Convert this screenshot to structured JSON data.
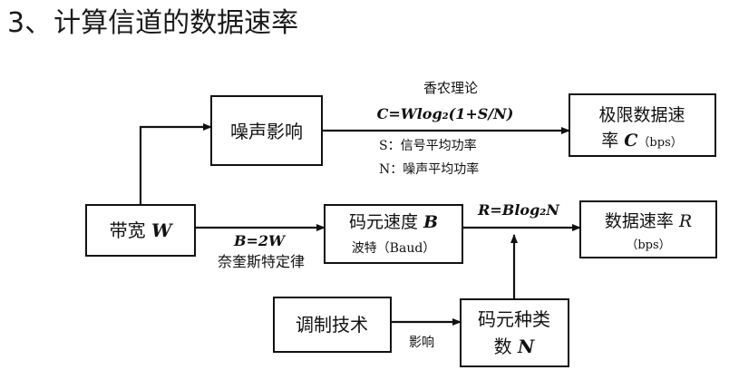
{
  "title": {
    "number": "3、",
    "text": "计算信道的数据速率"
  },
  "boxes": {
    "noise": "噪声影响",
    "limit_line1": "极限数据速",
    "limit_line2_prefix": "率 ",
    "limit_symbol": "C",
    "limit_unit": "（bps）",
    "bandwidth_prefix": "带宽 ",
    "bandwidth_symbol": "W",
    "symbol_rate_prefix": "码元速度 ",
    "symbol_rate_symbol": "B",
    "symbol_rate_unit": "波特（Baud）",
    "data_rate_prefix": "数据速率 ",
    "data_rate_symbol": "R",
    "data_rate_unit": "（bps）",
    "modulation": "调制技术",
    "symbol_types_line1": "码元种类",
    "symbol_types_line2_prefix": "数 ",
    "symbol_types_symbol": "N"
  },
  "labels": {
    "shannon_title": "香农理论",
    "shannon_formula": "C=Wlog₂(1+S/N)",
    "s_def": "S：信号平均功率",
    "n_def": "N：噪声平均功率",
    "nyquist_formula": "B=2W",
    "nyquist_name": "奈奎斯特定律",
    "rate_formula": "R=Blog₂N",
    "influence": "影响"
  }
}
